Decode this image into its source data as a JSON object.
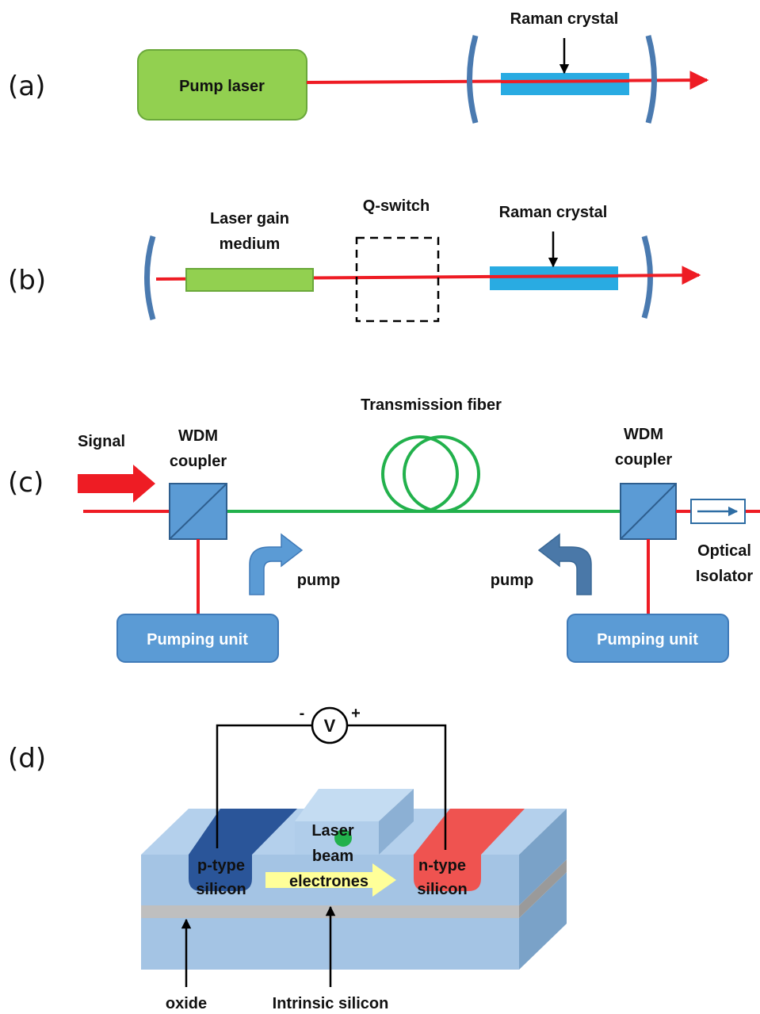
{
  "panels": {
    "a": {
      "label": "(a)",
      "pump_laser": "Pump laser",
      "raman_crystal": "Raman crystal"
    },
    "b": {
      "label": "(b)",
      "gain_medium_line1": "Laser gain",
      "gain_medium_line2": "medium",
      "q_switch": "Q-switch",
      "raman_crystal": "Raman crystal"
    },
    "c": {
      "label": "(c)",
      "transmission_fiber": "Transmission fiber",
      "signal": "Signal",
      "wdm_left_line1": "WDM",
      "wdm_left_line2": "coupler",
      "wdm_right_line1": "WDM",
      "wdm_right_line2": "coupler",
      "optical_isolator_line1": "Optical",
      "optical_isolator_line2": "Isolator",
      "pump_left": "pump",
      "pump_right": "pump",
      "pumping_unit_left": "Pumping unit",
      "pumping_unit_right": "Pumping unit"
    },
    "d": {
      "label": "(d)",
      "minus": "-",
      "plus": "+",
      "voltmeter": "V",
      "p_type_line1": "p-type",
      "p_type_line2": "silicon",
      "laser_line1": "Laser",
      "laser_line2": "beam",
      "electrones": "electrones",
      "n_type_line1": "n-type",
      "n_type_line2": "silicon",
      "oxide": "oxide",
      "intrinsic_silicon": "Intrinsic silicon"
    }
  },
  "colors": {
    "laser_beam": "#ee1c24",
    "pump_laser_fill": "#92d050",
    "raman_crystal": "#29abe2",
    "mirror": "#4a7ab0",
    "fiber_green": "#22b14c",
    "box_blue": "#5b9bd5",
    "p_type": "#2a5599",
    "n_type": "#ef5350",
    "slab": "#a4c4e4",
    "oxide": "#bfbfbf"
  }
}
